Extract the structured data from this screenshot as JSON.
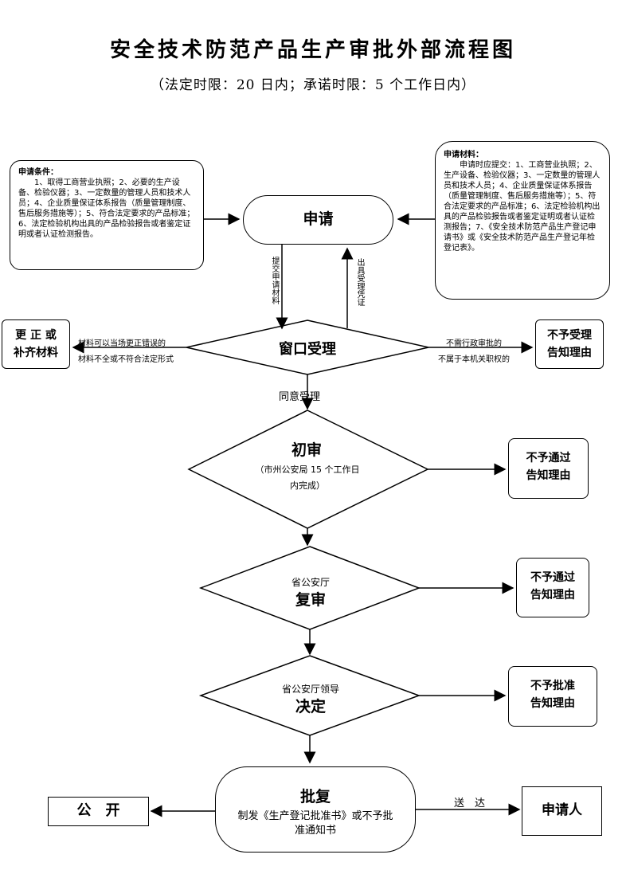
{
  "title": "安全技术防范产品生产审批外部流程图",
  "subtitle": "（法定时限：20 日内；承诺时限：5 个工作日内）",
  "conditions": {
    "heading": "申请条件：",
    "body": "1、取得工商营业执照；2、必要的生产设备、检验仪器；3、一定数量的管理人员和技术人员；4、企业质量保证体系报告（质量管理制度、售后服务措施等）；5、符合法定要求的产品标准；6、法定检验机构出具的产品检验报告或者鉴定证明或者认证检测报告。"
  },
  "materials": {
    "heading": "申请材料：",
    "body": "申请时应提交：1、工商营业执照；2、生产设备、检验仪器；3、一定数量的管理人员和技术人员；4、企业质量保证体系报告（质量管理制度、售后服务措施等）；5、符合法定要求的产品标准；6、法定检验机构出具的产品检验报告或者鉴定证明或者认证检测报告；7、《安全技术防范产品生产登记申请书》或《安全技术防范产品生产登记年检登记表》。"
  },
  "nodes": {
    "apply": "申请",
    "window": "窗口受理",
    "correct": "更 正 或\n补齐材料",
    "reject_accept": "不予受理\n告知理由",
    "first_review": "初审",
    "first_review_note": "（市州公安局 15 个工作日内完成）",
    "fail1": "不予通过\n告知理由",
    "second_label": "省公安厅",
    "second_review": "复审",
    "fail2": "不予通过\n告知理由",
    "decision_label": "省公安厅领导",
    "decision": "决定",
    "reject_approve": "不予批准\n告知理由",
    "approve": "批复",
    "approve_note": "制发《生产登记批准书》或不予批准通知书",
    "public": "公　开",
    "applicant": "申请人"
  },
  "edges": {
    "submit": "提交申请材料",
    "receipt": "出具受理凭证",
    "correct1": "材料可以当场更正错误的",
    "correct2": "材料不全或不符合法定形式",
    "reject1": "不需行政审批的",
    "reject2": "不属于本机关职权的",
    "agree": "同意受理",
    "deliver": "送　达"
  }
}
